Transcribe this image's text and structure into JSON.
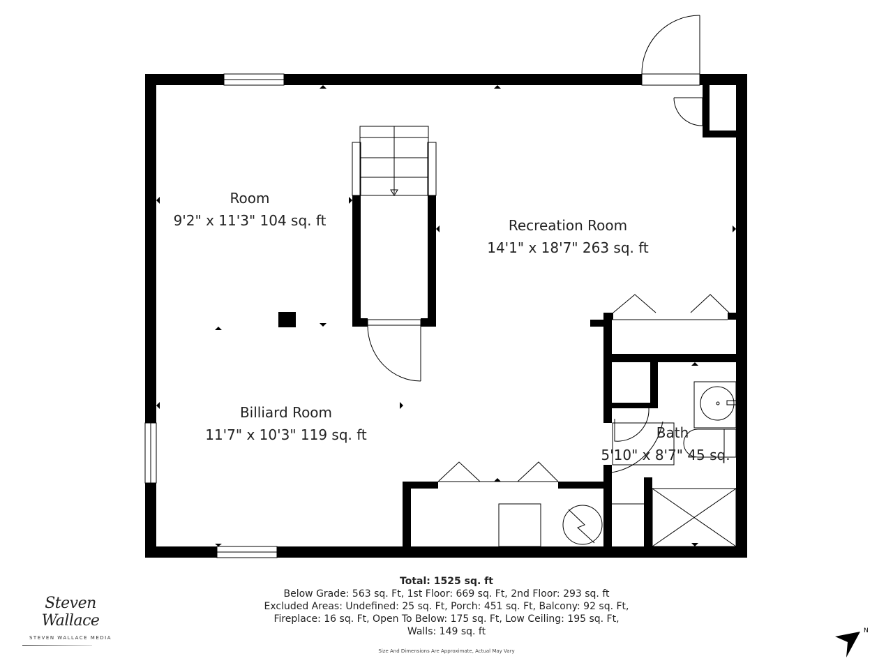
{
  "rooms": [
    {
      "name": "Room",
      "dims": "9'2\" x 11'3\" 104 sq. ft"
    },
    {
      "name": "Recreation Room",
      "dims": "14'1\" x 18'7\" 263 sq. ft"
    },
    {
      "name": "Billiard Room",
      "dims": "11'7\" x 10'3\" 119 sq. ft"
    },
    {
      "name": "Bath",
      "dims": "5'10\" x 8'7\" 45 sq."
    }
  ],
  "summary": {
    "total": "Total: 1525 sq. ft",
    "lines": [
      "Below Grade: 563 sq. Ft, 1st Floor: 669 sq. Ft, 2nd Floor: 293 sq. ft",
      "Excluded Areas: Undefined: 25 sq. Ft, Porch: 451 sq. Ft, Balcony: 92 sq. Ft,",
      "Fireplace: 16 sq. Ft, Open To Below: 175 sq. Ft, Low Ceiling: 195 sq. Ft,",
      "Walls: 149 sq. ft"
    ],
    "disclaimer": "Size And Dimensions Are Approximate, Actual May Vary"
  },
  "logo": {
    "script": "Steven Wallace",
    "subtitle": "STEVEN WALLACE MEDIA"
  },
  "compass": {
    "label": "N",
    "icon": "north-arrow-icon"
  }
}
